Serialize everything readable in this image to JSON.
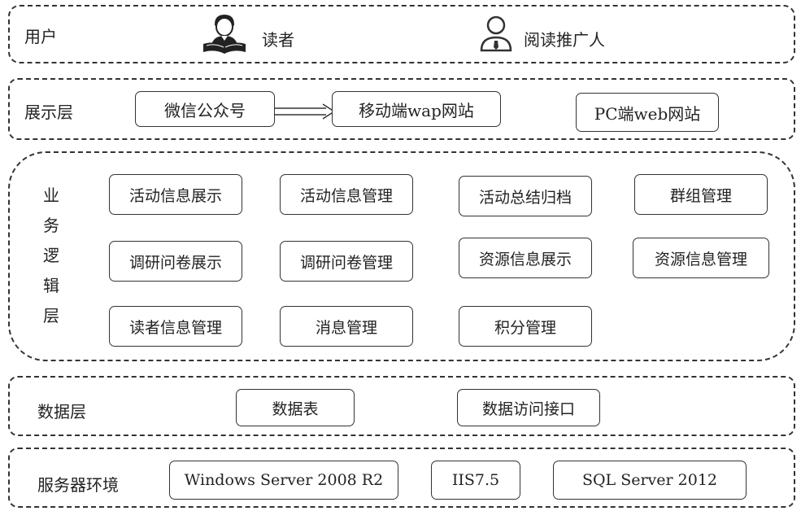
{
  "user_layer": {
    "label": "用户",
    "reader_label": "读者",
    "promoter_label": "阅读推广人",
    "reader_icon": "reader-icon",
    "promoter_icon": "person-outline-icon"
  },
  "presentation_layer": {
    "label": "展示层",
    "items": [
      "微信公众号",
      "移动端wap网站",
      "PC端web网站"
    ],
    "arrow_icon": "double-arrow-right-icon"
  },
  "business_layer": {
    "label_chars": [
      "业",
      "务",
      "逻",
      "辑",
      "层"
    ],
    "items": [
      "活动信息展示",
      "活动信息管理",
      "活动总结归档",
      "群组管理",
      "调研问卷展示",
      "调研问卷管理",
      "资源信息展示",
      "资源信息管理",
      "读者信息管理",
      "消息管理",
      "积分管理"
    ]
  },
  "data_layer": {
    "label": "数据层",
    "items": [
      "数据表",
      "数据访问接口"
    ]
  },
  "server_layer": {
    "label": "服务器环境",
    "items": [
      "Windows Server 2008 R2",
      "IIS7.5",
      "SQL Server 2012"
    ]
  }
}
